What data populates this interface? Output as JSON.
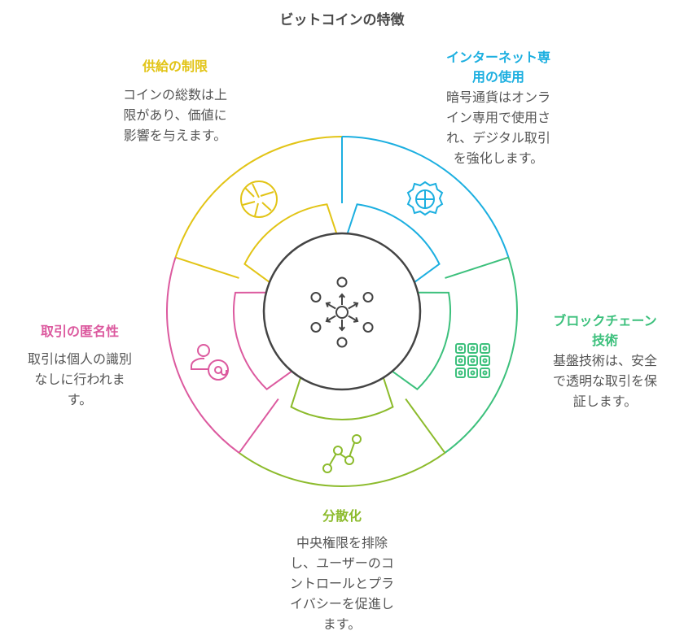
{
  "title": "ビットコインの特徴",
  "colors": {
    "yellow": "#e2c416",
    "blue": "#1cafe0",
    "green": "#3cc07c",
    "lime": "#8cbb2c",
    "pink": "#dc5a9f",
    "center": "#444444"
  },
  "sections": {
    "supply": {
      "heading": [
        "供給の制限"
      ],
      "body": [
        "コインの総数は上",
        "限があり、価値に",
        "影響を与えます。"
      ],
      "icon": "aperture-icon"
    },
    "internet": {
      "heading": [
        "インターネット専",
        "用の使用"
      ],
      "body": [
        "暗号通貨はオンラ",
        "イン専用で使用さ",
        "れ、デジタル取引",
        "を強化します。"
      ],
      "icon": "gear-icon"
    },
    "blockchain": {
      "heading": [
        "ブロックチェーン",
        "技術"
      ],
      "body": [
        "基盤技術は、安全",
        "で透明な取引を保",
        "証します。"
      ],
      "icon": "network-grid-icon"
    },
    "decentral": {
      "heading": [
        "分散化"
      ],
      "body": [
        "中央権限を排除",
        "し、ユーザーのコ",
        "ントロールとプラ",
        "イバシーを促進し",
        "ます。"
      ],
      "icon": "line-chart-icon"
    },
    "anonymity": {
      "heading": [
        "取引の匿名性"
      ],
      "body": [
        "取引は個人の識別",
        "なしに行われま",
        "す。"
      ],
      "icon": "user-at-icon"
    }
  }
}
